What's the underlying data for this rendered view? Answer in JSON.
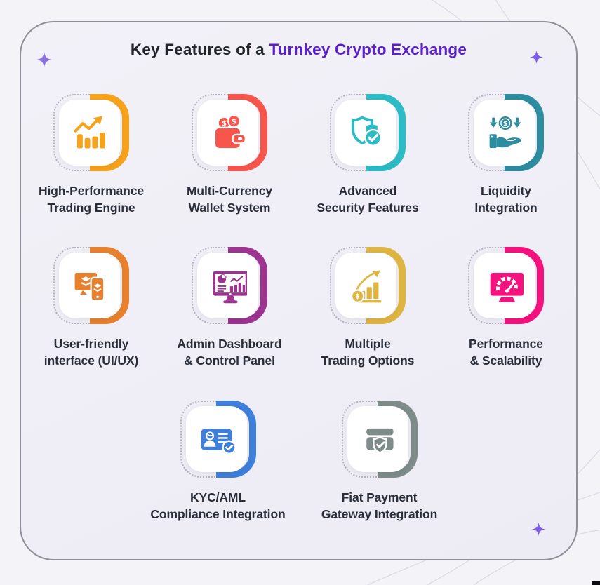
{
  "page": {
    "title_prefix": "Key Features of a ",
    "title_highlight": "Turnkey Crypto Exchange",
    "title_color": "#23252C",
    "highlight_color": "#5B21C9",
    "panel_background": "#F0EEF5",
    "currency_symbol": "$"
  },
  "cards": [
    {
      "icon": "trading-engine-icon",
      "color": "#F7A21B",
      "line1": "High-Performance",
      "line2": "Trading Engine"
    },
    {
      "icon": "wallet-icon",
      "color": "#F8554D",
      "line1": "Multi-Currency",
      "line2": "Wallet System"
    },
    {
      "icon": "shield-check-icon",
      "color": "#2BBCC6",
      "line1": "Advanced",
      "line2": "Security Features"
    },
    {
      "icon": "liquidity-hand-icon",
      "color": "#2E8CA0",
      "line1": "Liquidity",
      "line2": "Integration"
    },
    {
      "icon": "devices-icon",
      "color": "#E8812D",
      "line1": "User-friendly",
      "line2": "interface (UI/UX)"
    },
    {
      "icon": "dashboard-monitor-icon",
      "color": "#9C3490",
      "line1": "Admin Dashboard",
      "line2": "& Control Panel"
    },
    {
      "icon": "growth-chart-icon",
      "color": "#DFB542",
      "line1": "Multiple",
      "line2": "Trading Options"
    },
    {
      "icon": "speedometer-icon",
      "color": "#F5117E",
      "line1": "Performance",
      "line2": "& Scalability"
    },
    {
      "icon": "id-verification-icon",
      "color": "#3D7FDB",
      "line1": "KYC/AML",
      "line2": "Compliance Integration"
    },
    {
      "icon": "payment-card-icon",
      "color": "#7D8B89",
      "line1": "Fiat Payment",
      "line2": "Gateway Integration"
    }
  ]
}
